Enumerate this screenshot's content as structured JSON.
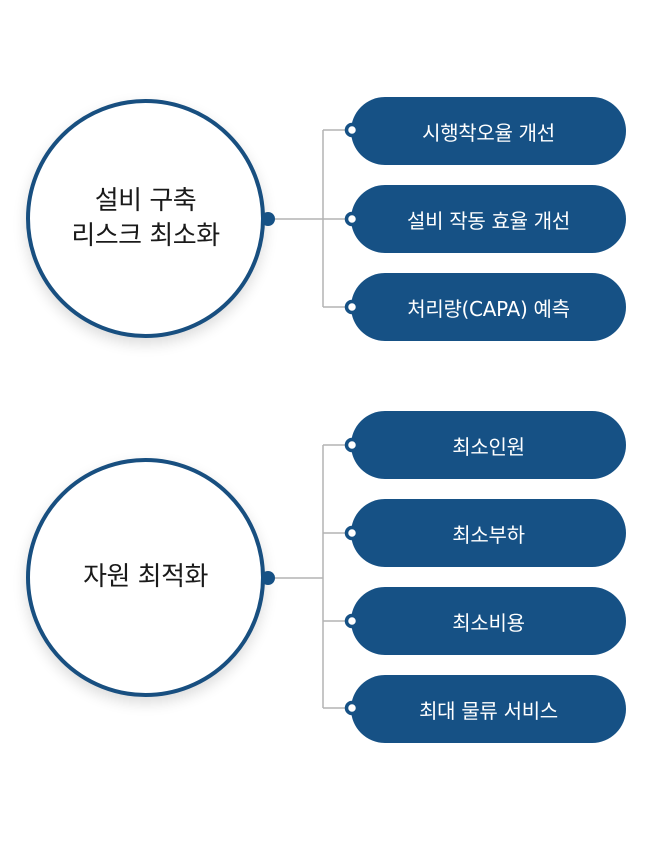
{
  "colors": {
    "primary": "#165185",
    "circle_border": "#184f80",
    "line": "#b3b3b3",
    "text_dark": "#1a1a1a",
    "text_light": "#ffffff"
  },
  "groups": [
    {
      "title": "설비 구축\n리스크 최소화",
      "items": [
        "시행착오율 개선",
        "설비 작동 효율 개선",
        "처리량(CAPA) 예측"
      ]
    },
    {
      "title": "자원 최적화",
      "items": [
        "최소인원",
        "최소부하",
        "최소비용",
        "최대 물류 서비스"
      ]
    }
  ]
}
